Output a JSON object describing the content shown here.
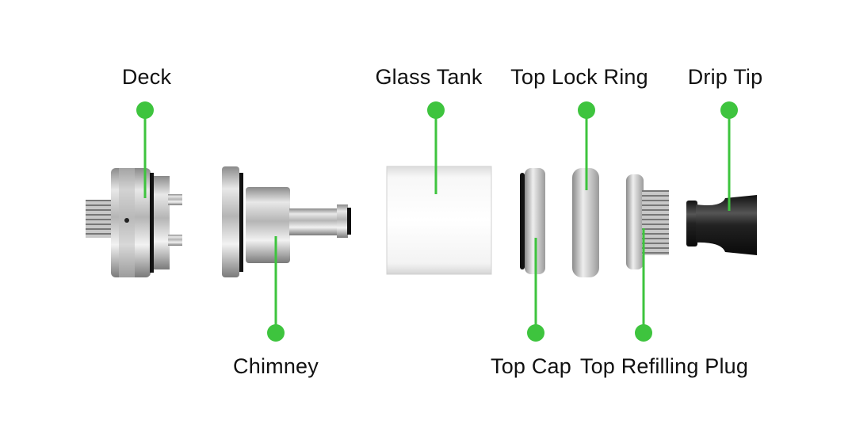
{
  "title": "Tank exploded view",
  "accent_color": "#3ec43e",
  "labels": {
    "deck": "Deck",
    "chimney": "Chimney",
    "glass_tank": "Glass Tank",
    "top_cap": "Top Cap",
    "top_lock_ring": "Top Lock Ring",
    "top_refilling_plug": "Top Refilling Plug",
    "drip_tip": "Drip Tip"
  }
}
